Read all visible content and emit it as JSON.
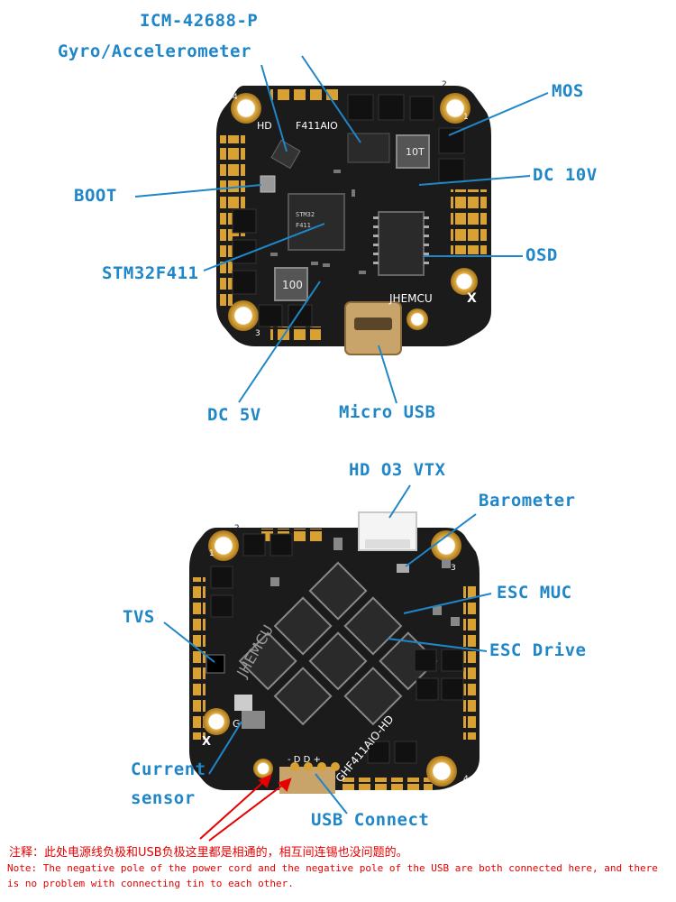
{
  "top_labels": {
    "imu_part": "ICM-42688-P",
    "imu_desc": "Gyro/Accelerometer",
    "mos": "MOS",
    "boot": "BOOT",
    "dc10v": "DC 10V",
    "osd": "OSD",
    "mcu": "STM32F411",
    "dc5v": "DC 5V",
    "micro_usb": "Micro USB"
  },
  "bottom_labels": {
    "hd_vtx": "HD O3 VTX",
    "barometer": "Barometer",
    "esc_muc": "ESC MUC",
    "tvs": "TVS",
    "esc_drive": "ESC Drive",
    "current_sensor_1": "Current",
    "current_sensor_2": "sensor",
    "usb_connect": "USB Connect"
  },
  "board_top_silk": {
    "model": "F411AIO",
    "hd": "HD",
    "brand": "JHEMCU",
    "inductor": "100",
    "inductor2": "10T",
    "x": "X",
    "n1": "1",
    "n2": "2",
    "n3": "3",
    "n4": "4"
  },
  "board_bottom_silk": {
    "brand": "JHEMCU",
    "model": "GHF411AIO-HD",
    "g": "G",
    "pins": "- D D +",
    "x": "X",
    "n1": "1",
    "n2": "2",
    "n3": "3",
    "n4": "4"
  },
  "note": {
    "chinese": "注释：此处电源线负极和USB负极这里都是相通的，相互间连锡也没问题的。",
    "english": "Note: The negative pole of the power cord and the negative pole of the USB are both connected here, and there is no problem with connecting tin to each other."
  },
  "colors": {
    "label": "#1f86c8",
    "note": "#e60000",
    "pcb": "#1b1b1b",
    "gold": "#d9a032",
    "arrow": "#e60000"
  }
}
